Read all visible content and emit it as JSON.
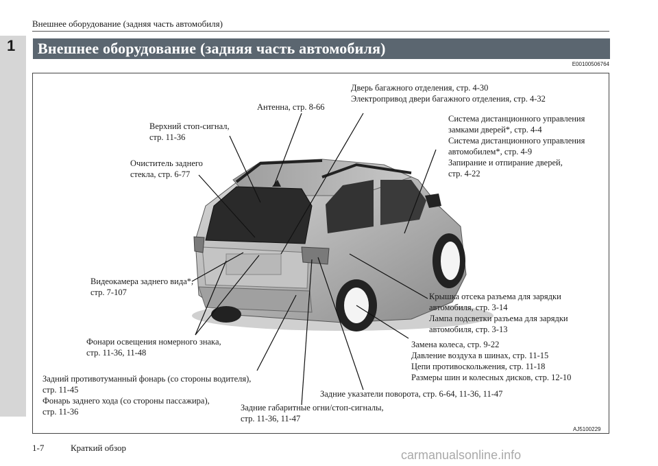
{
  "header": {
    "running_title": "Внешнее оборудование (задняя часть автомобиля)"
  },
  "chapter_number": "1",
  "title": "Внешнее оборудование (задняя часть автомобиля)",
  "doc_code": "E00100506764",
  "figure_code": "AJ5100229",
  "labels": {
    "tailgate": [
      "Дверь багажного отделения, стр. 4-30",
      "Электропривод двери багажного отделения, стр. 4-32"
    ],
    "antenna": [
      "Антенна, стр. 8-66"
    ],
    "brake_light": [
      "Верхний стоп-сигнал,",
      "стр. 11-36"
    ],
    "wiper": [
      "Очиститель заднего",
      "стекла, стр. 6-77"
    ],
    "keyless": [
      "Система дистанционного управления",
      "замками дверей*, стр. 4-4",
      "Система дистанционного управления",
      "автомобилем*, стр. 4-9",
      "Запирание и отпирание дверей,",
      "стр. 4-22"
    ],
    "camera": [
      "Видеокамера заднего вида*,",
      "стр. 7-107"
    ],
    "charge_lid": [
      "Крышка отсека разъема для зарядки",
      "автомобиля, стр. 3-14",
      "Лампа подсветки разъема для зарядки",
      "автомобиля, стр. 3-13"
    ],
    "plate_lamps": [
      "Фонари освещения номерного знака,",
      "стр. 11-36, 11-48"
    ],
    "tires": [
      "Замена колеса, стр. 9-22",
      "Давление воздуха в шинах, стр. 11-15",
      "Цепи противоскольжения, стр. 11-18",
      "Размеры шин и колесных дисков, стр. 12-10"
    ],
    "fog_reverse": [
      "Задний противотуманный фонарь (со стороны водителя),",
      "стр. 11-45",
      "Фонарь заднего хода (со стороны пассажира),",
      "стр. 11-36"
    ],
    "turn_signals": [
      "Задние указатели поворота, стр. 6-64, 11-36, 11-47"
    ],
    "tail_lamps": [
      "Задние габаритные огни/стоп-сигналы,",
      "стр. 11-36, 11-47"
    ]
  },
  "footer": {
    "page_number": "1-7",
    "section": "Краткий обзор"
  },
  "watermark": "carmanualsonline.info"
}
